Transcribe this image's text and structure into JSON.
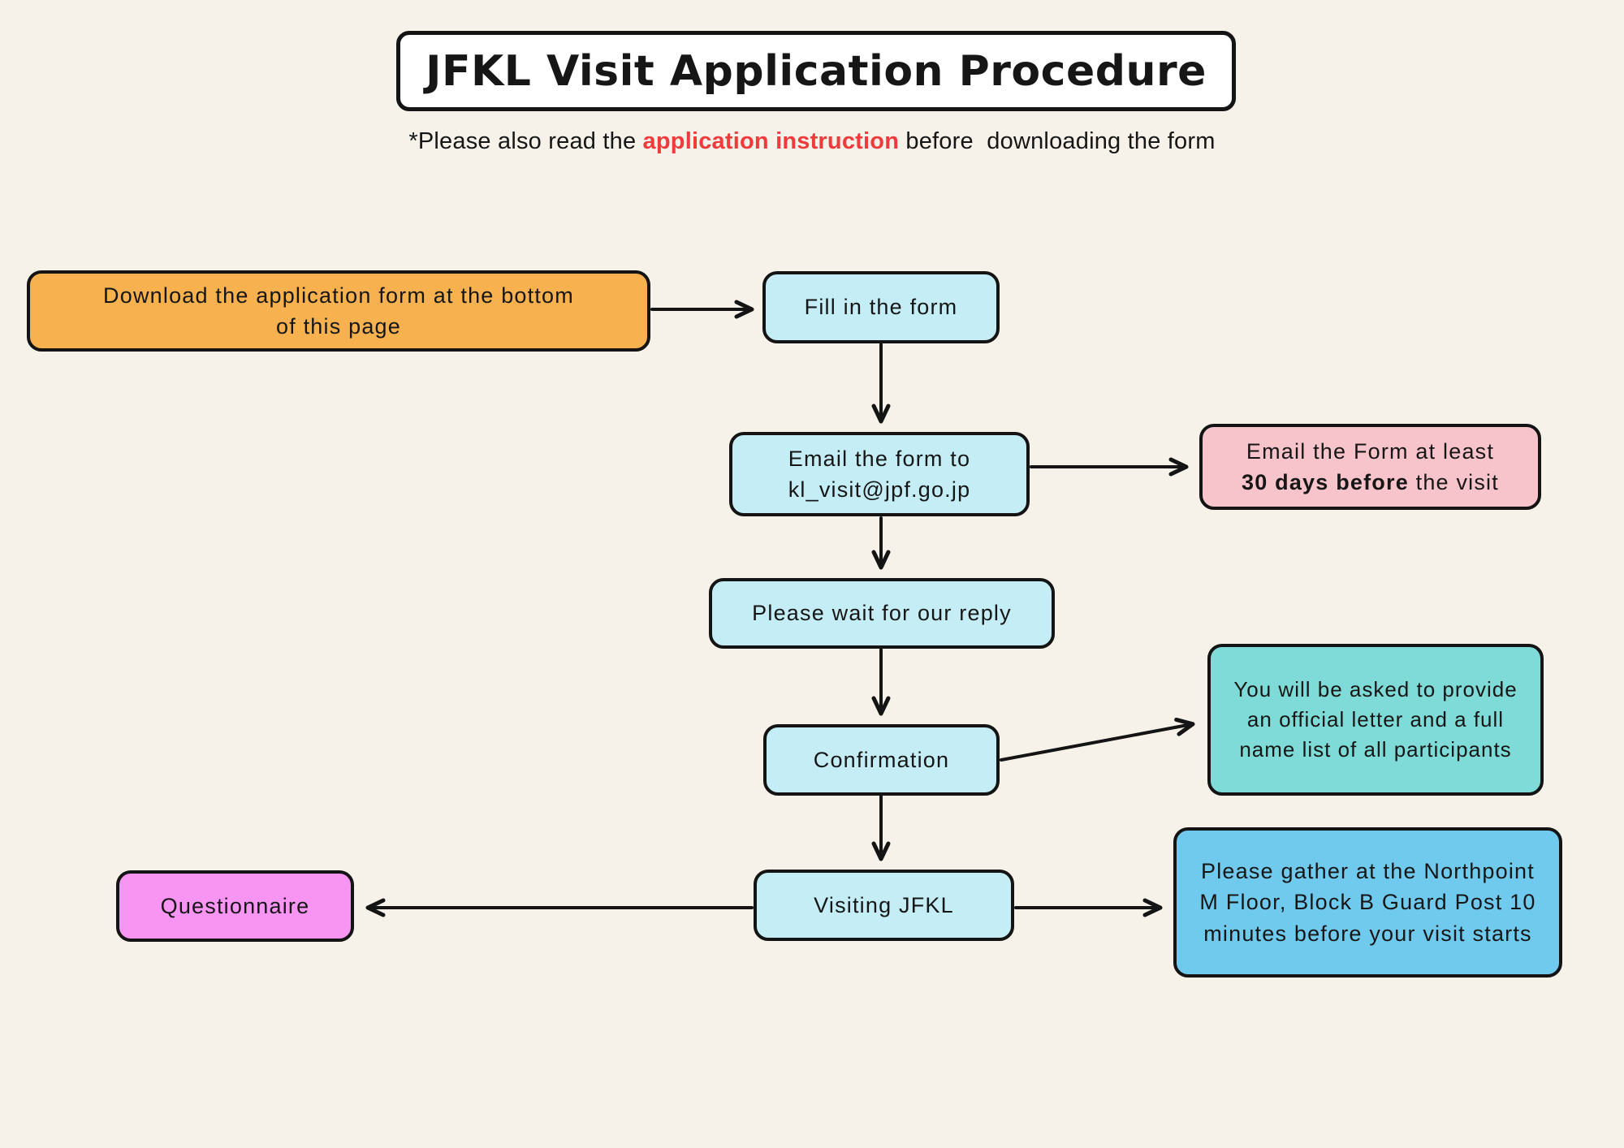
{
  "title": "JFKL Visit Application Procedure",
  "subtitle": {
    "prefix": "*Please also read the ",
    "highlight": "application instruction",
    "suffix": " before  downloading the form"
  },
  "colors": {
    "background": "#f6f1e9",
    "ink": "#141414",
    "red": "#ef3b3b",
    "cyan": "#c4edf5",
    "orange": "#f7b14e",
    "pink": "#f8c4cb",
    "teal": "#7fdbd7",
    "sky": "#6fcaee",
    "magenta": "#f895f2",
    "white": "#ffffff"
  },
  "boxes": {
    "download": {
      "label": "Download the application form at the bottom of this page",
      "color": "#f7b14e"
    },
    "fill": {
      "label": "Fill in the form",
      "color": "#c4edf5"
    },
    "email": {
      "line1": "Email the form to",
      "line2": "kl_visit@jpf.go.jp",
      "color": "#c4edf5"
    },
    "deadline": {
      "line1": "Email the Form at least",
      "bold": "30 days before",
      "rest": " the visit",
      "color": "#f8c4cb"
    },
    "wait": {
      "label": "Please wait for our reply",
      "color": "#c4edf5"
    },
    "confirmation": {
      "label": "Confirmation",
      "color": "#c4edf5"
    },
    "official_letter": {
      "label": "You will be asked to provide an official letter and a full name list of all participants",
      "color": "#7fdbd7"
    },
    "visiting": {
      "label": "Visiting JFKL",
      "color": "#c4edf5"
    },
    "questionnaire": {
      "label": "Questionnaire",
      "color": "#f895f2"
    },
    "gather": {
      "label": "Please gather at the Northpoint M Floor, Block B Guard Post 10 minutes before your visit starts",
      "color": "#6fcaee"
    }
  }
}
